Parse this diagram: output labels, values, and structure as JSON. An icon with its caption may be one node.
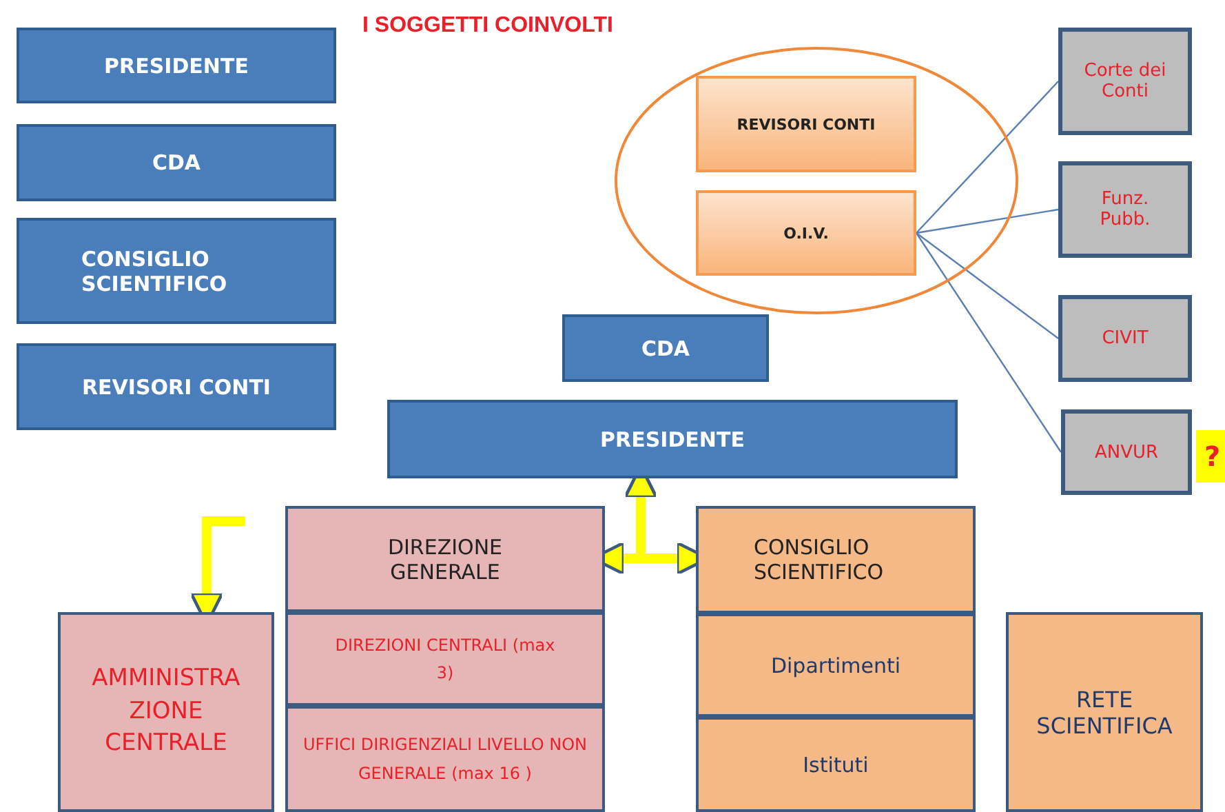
{
  "diagram": {
    "title": "I SOGGETTI COINVOLTI",
    "nodes": [
      {
        "text": [
          "PRESIDENTE"
        ]
      },
      {
        "text": [
          "CDA"
        ]
      },
      {
        "text": [
          "CONSIGLIO SCIENTIFICO"
        ]
      },
      {
        "text": [
          "REVISORI CONTI"
        ]
      },
      {
        "text": [],
        "shape": "ellipse"
      },
      {
        "text": [
          "REVISORI CONTI"
        ],
        "in": 4
      },
      {
        "text": [
          "O.I.V."
        ],
        "in": 4
      },
      {
        "text": [
          "Corte dei Conti"
        ]
      },
      {
        "text": [
          "Funz. Pubb."
        ]
      },
      {
        "text": [
          "CIVIT"
        ]
      },
      {
        "text": [
          "ANVUR"
        ]
      },
      {
        "text": [
          "?"
        ]
      },
      {
        "text": [
          "CDA"
        ]
      },
      {
        "text": [
          "PRESIDENTE"
        ]
      },
      {
        "text": [
          "DIREZIONE GENERALE"
        ]
      },
      {
        "text": [
          "DIREZIONI CENTRALI (max 3)"
        ]
      },
      {
        "text": [
          "UFFICI DIRIGENZIALI LIVELLO NON GENERALE (max 16 )"
        ]
      },
      {
        "text": [
          "CONSIGLIO SCIENTIFICO"
        ]
      },
      {
        "text": [
          "Dipartimenti"
        ]
      },
      {
        "text": [
          "Istituti"
        ]
      },
      {
        "text": [
          "AMMINISTRA ZIONE CENTRALE"
        ]
      },
      {
        "text": [
          "RETE SCIENTIFICA"
        ]
      }
    ],
    "edges": [
      {
        "from": 6,
        "to": 7,
        "arrow": "none"
      },
      {
        "from": 6,
        "to": 8,
        "arrow": "none"
      },
      {
        "from": 6,
        "to": 9,
        "arrow": "none"
      },
      {
        "from": 6,
        "to": 10,
        "arrow": "none"
      },
      {
        "from": 13,
        "to": 14,
        "arrow": "both",
        "style": "thick",
        "color": "#ffff00"
      },
      {
        "from": 13,
        "to": 17,
        "arrow": "both",
        "style": "thick",
        "color": "#ffff00"
      },
      {
        "from": null,
        "to": 20,
        "arrow": "to",
        "style": "thick",
        "color": "#ffff00"
      }
    ]
  }
}
